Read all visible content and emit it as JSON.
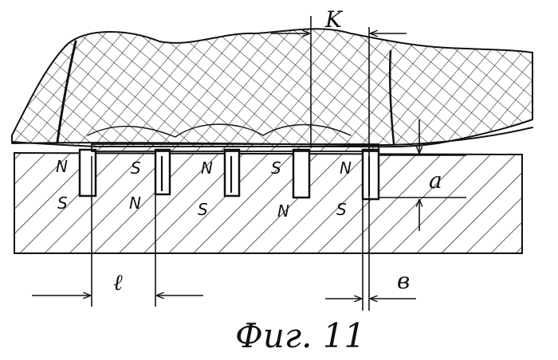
{
  "figure": {
    "caption": "Фиг. 11",
    "dimensions": {
      "k": "K",
      "l": "ℓ",
      "b": "в",
      "a": "a"
    },
    "poles": {
      "surface": [
        "N",
        "S",
        "N",
        "S",
        "N"
      ],
      "deep": [
        "S",
        "N",
        "S",
        "N",
        "S"
      ]
    }
  }
}
